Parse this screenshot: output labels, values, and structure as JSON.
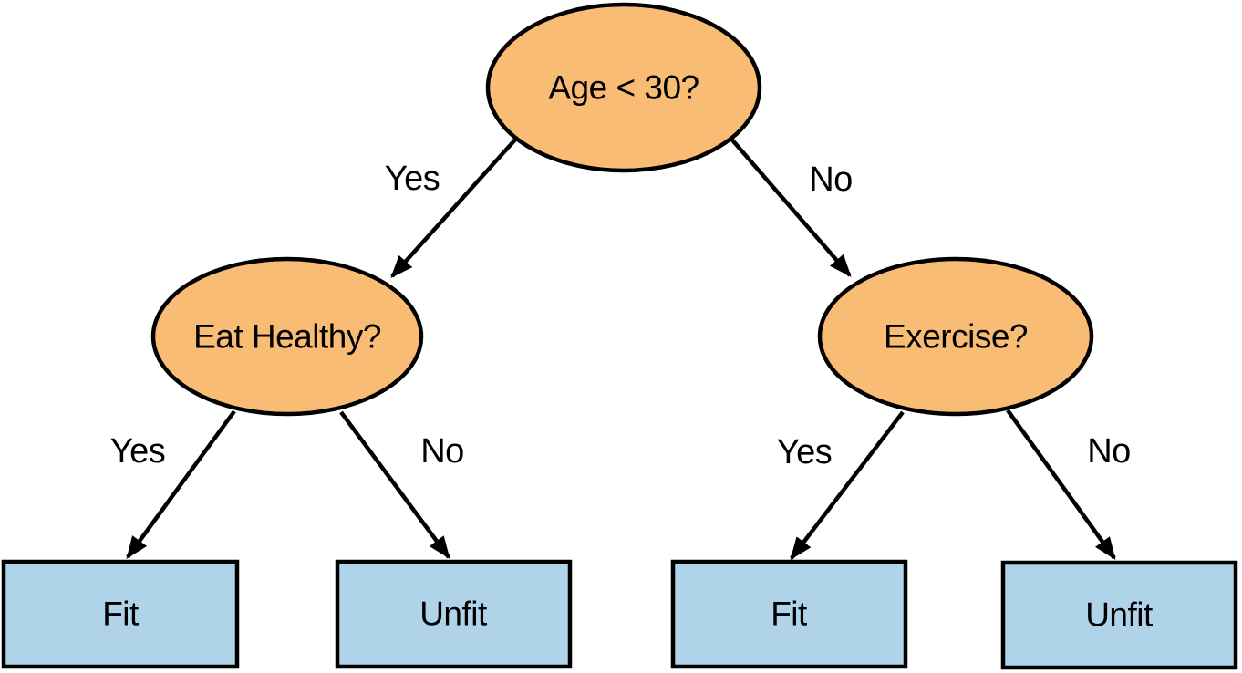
{
  "diagram": {
    "type": "decision-tree",
    "background": "#FFFFFF",
    "colors": {
      "decision_fill": "#F9BC74",
      "outcome_fill": "#AFD4EA",
      "stroke": "#000000"
    },
    "nodes": [
      {
        "id": "age",
        "label": "Age < 30?",
        "shape": "ellipse",
        "role": "decision"
      },
      {
        "id": "eat-healthy",
        "label": "Eat Healthy?",
        "shape": "ellipse",
        "role": "decision"
      },
      {
        "id": "exercise",
        "label": "Exercise?",
        "shape": "ellipse",
        "role": "decision"
      },
      {
        "id": "fit-left",
        "label": "Fit",
        "shape": "rect",
        "role": "outcome"
      },
      {
        "id": "unfit-left",
        "label": "Unfit",
        "shape": "rect",
        "role": "outcome"
      },
      {
        "id": "fit-right",
        "label": "Fit",
        "shape": "rect",
        "role": "outcome"
      },
      {
        "id": "unfit-right",
        "label": "Unfit",
        "shape": "rect",
        "role": "outcome"
      }
    ],
    "edges": [
      {
        "from": "age",
        "to": "eat-healthy",
        "label": "Yes"
      },
      {
        "from": "age",
        "to": "exercise",
        "label": "No"
      },
      {
        "from": "eat-healthy",
        "to": "fit-left",
        "label": "Yes"
      },
      {
        "from": "eat-healthy",
        "to": "unfit-left",
        "label": "No"
      },
      {
        "from": "exercise",
        "to": "fit-right",
        "label": "Yes"
      },
      {
        "from": "exercise",
        "to": "unfit-right",
        "label": "No"
      }
    ]
  }
}
